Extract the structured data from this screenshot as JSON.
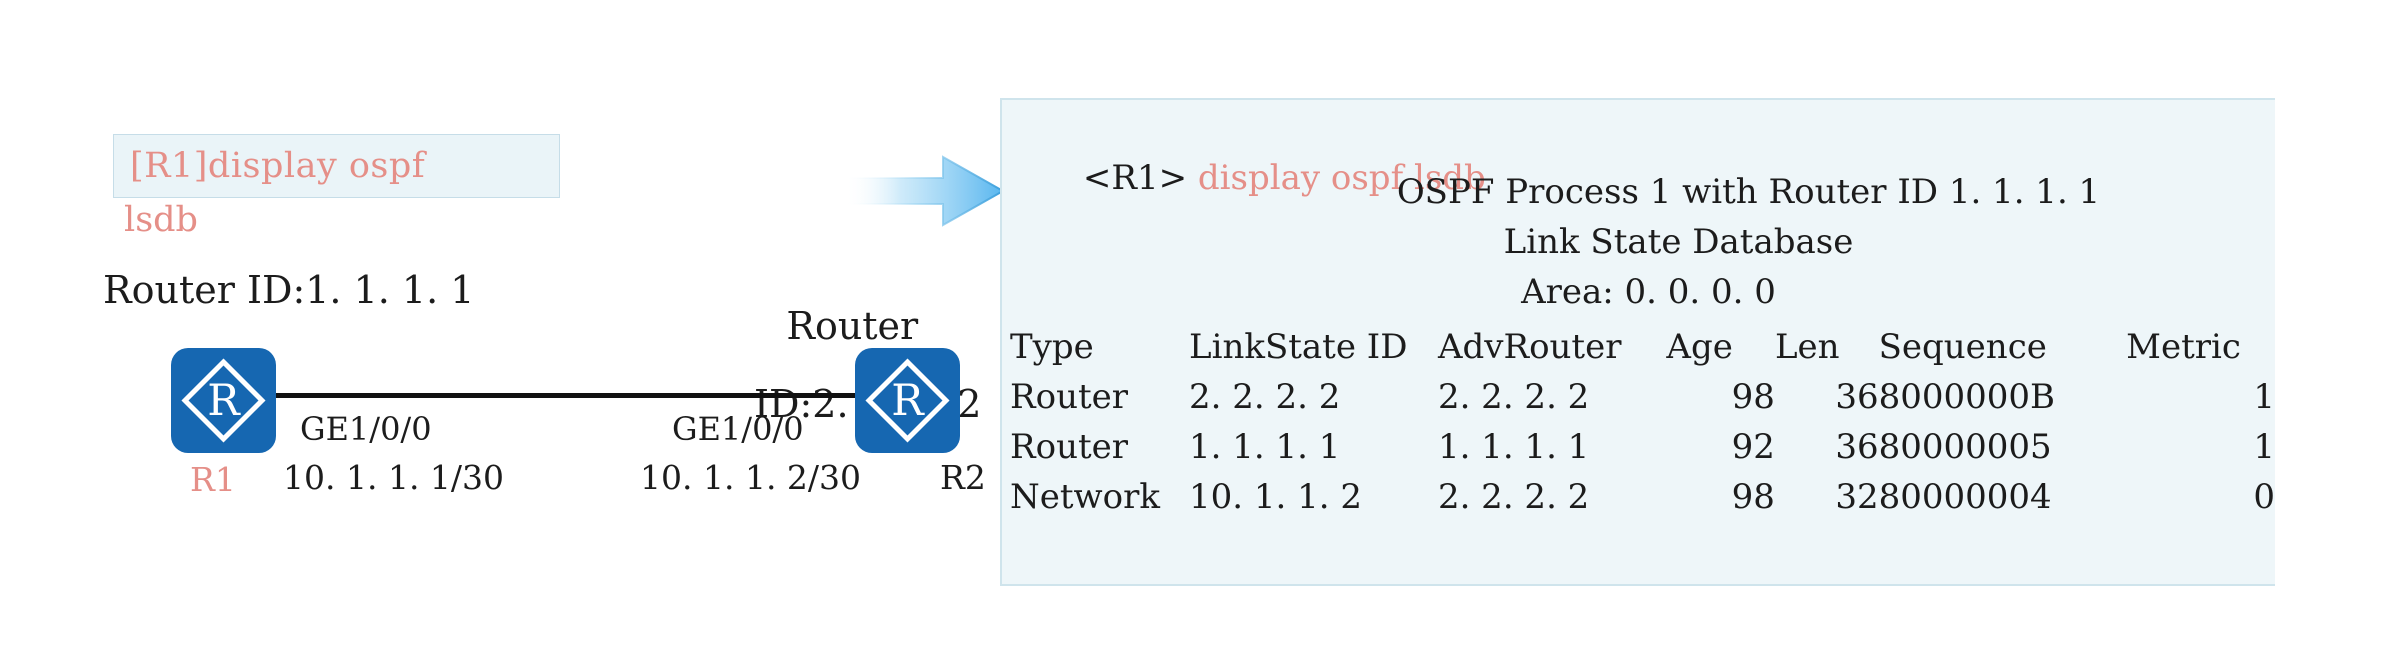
{
  "command_box": {
    "line1": "[R1]display ospf",
    "line2": "lsdb"
  },
  "topology": {
    "left_router_id_label": "Router ID:1. 1. 1. 1",
    "right_router_id_line1": "Router",
    "right_router_id_line2": "ID:2. 2. 2. 2",
    "left_node_name": "R1",
    "right_node_name": "R2",
    "left_interface": "GE1/0/0",
    "right_interface": "GE1/0/0",
    "left_ip": "10. 1. 1. 1/30",
    "right_ip": "10. 1. 1. 2/30",
    "router_glyph": "R",
    "icon_color": "#1667b1",
    "name_color": "#e58f88"
  },
  "arrow": {
    "direction": "right",
    "color": "#5cb8f0"
  },
  "terminal": {
    "prompt_host": "<R1> ",
    "prompt_command": "display ospf lsdb",
    "header_process": "OSPF Process 1 with Router ID 1. 1. 1. 1",
    "header_database": "Link State Database",
    "header_area": "Area: 0. 0. 0. 0",
    "accent_color": "#e58f88",
    "background": "#eef6f9",
    "border": "#cfe4ec"
  },
  "chart_data": {
    "type": "table",
    "title": "Link State Database",
    "columns": [
      "Type",
      "LinkState ID",
      "AdvRouter",
      "Age",
      "Len",
      "Sequence",
      "Metric"
    ],
    "rows": [
      [
        "Router",
        "2. 2. 2. 2",
        "2. 2. 2. 2",
        "98",
        "36",
        "8000000B",
        "1"
      ],
      [
        "Router",
        "1. 1. 1. 1",
        "1. 1. 1. 1",
        "92",
        "36",
        "80000005",
        "1"
      ],
      [
        "Network",
        "10. 1. 1. 2",
        "2. 2. 2. 2",
        "98",
        "32",
        "80000004",
        "0"
      ]
    ]
  }
}
